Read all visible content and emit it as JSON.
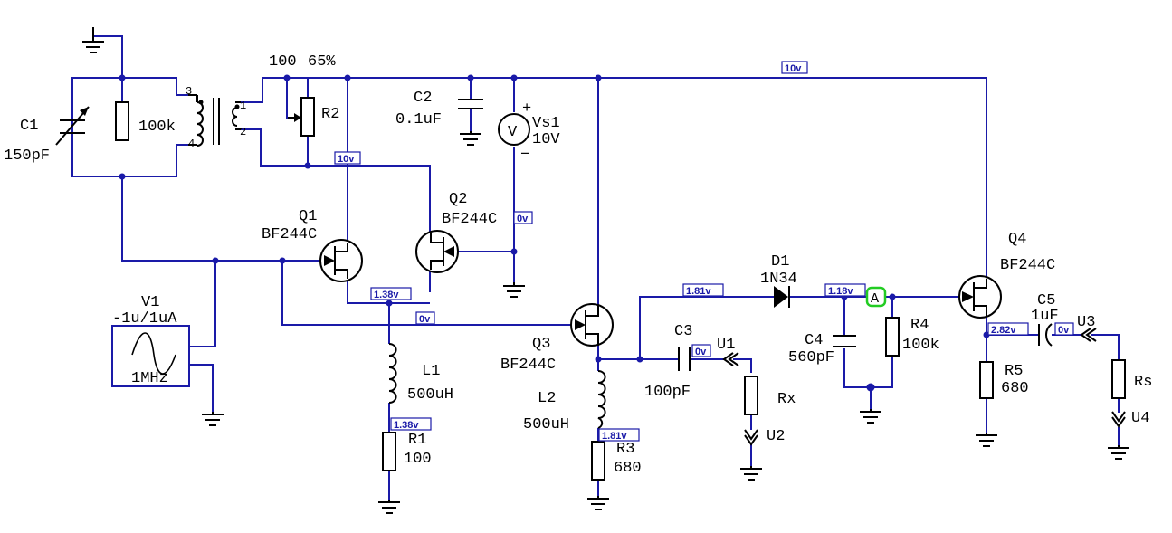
{
  "top_labels": {
    "pot_value": "100",
    "pot_percent": "65%"
  },
  "components": {
    "c1": {
      "name": "C1",
      "value": "150pF"
    },
    "r_tank": {
      "value": "100k"
    },
    "t_pins": {
      "p3": "3",
      "p4": "4",
      "p1": "1",
      "p2": "2"
    },
    "r2": {
      "name": "R2"
    },
    "c2": {
      "name": "C2",
      "value": "0.1uF"
    },
    "vs1": {
      "name": "Vs1",
      "value": "10V",
      "meter": "V",
      "plus": "+",
      "minus": "−"
    },
    "q1": {
      "name": "Q1",
      "type": "BF244C"
    },
    "q2": {
      "name": "Q2",
      "type": "BF244C"
    },
    "q3": {
      "name": "Q3",
      "type": "BF244C"
    },
    "q4": {
      "name": "Q4",
      "type": "BF244C"
    },
    "v1": {
      "name": "V1",
      "value": "-1u/1uA",
      "freq": "1MHz"
    },
    "l1": {
      "name": "L1",
      "value": "500uH"
    },
    "r1": {
      "name": "R1",
      "value": "100"
    },
    "l2": {
      "name": "L2",
      "value": "500uH"
    },
    "r3": {
      "name": "R3",
      "value": "680"
    },
    "c3": {
      "name": "C3",
      "value": "100pF"
    },
    "u1": {
      "name": "U1"
    },
    "rx": {
      "name": "Rx"
    },
    "u2": {
      "name": "U2"
    },
    "d1": {
      "name": "D1",
      "type": "1N34"
    },
    "c4": {
      "name": "C4",
      "value": "560pF"
    },
    "r4": {
      "name": "R4",
      "value": "100k"
    },
    "probe_a": {
      "name": "A"
    },
    "c5": {
      "name": "C5",
      "value": "1uF"
    },
    "u3": {
      "name": "U3"
    },
    "r5": {
      "name": "R5",
      "value": "680"
    },
    "rs": {
      "name": "Rs"
    },
    "u4": {
      "name": "U4"
    }
  },
  "voltage_labels": {
    "top_rail": "10v",
    "q1_drain": "10v",
    "q2_source": "0v",
    "q1_source": "1.38v",
    "gate_line": "0v",
    "l1_bottom": "1.38v",
    "q3_source": "1.81v",
    "c3_out": "0v",
    "l2_bottom": "1.81v",
    "d1_out": "1.18v",
    "q4_source": "2.82v",
    "c5_out": "0v"
  },
  "colors": {
    "wire": "#1a1aa8",
    "component": "#000000",
    "probe": "#22cc22"
  }
}
